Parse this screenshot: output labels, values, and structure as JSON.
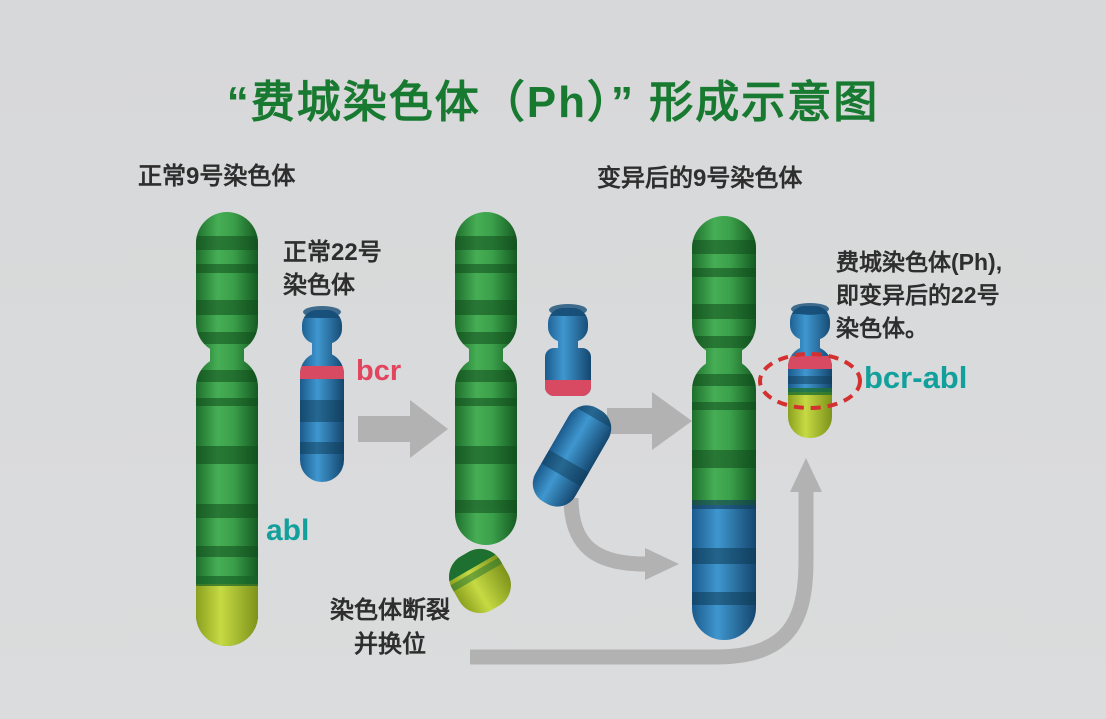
{
  "title": "“费城染色体（Ph）” 形成示意图",
  "labels": {
    "normal_chr9": "正常9号染色体",
    "normal_chr22": [
      "正常22号",
      "染色体"
    ],
    "bcr": "bcr",
    "abl": "abl",
    "breakage": [
      "染色体断裂",
      "并换位"
    ],
    "mutated_chr9": "变异后的9号染色体",
    "ph_chromosome": [
      "费城染色体(Ph),",
      "即变异后的22号",
      "染色体。"
    ],
    "bcr_abl": "bcr-abl"
  },
  "colors": {
    "background": "#d8d9da",
    "title_green": "#187a30",
    "text_dark": "#2e2e2e",
    "bcr_label_red": "#e2455f",
    "teal_label": "#12a09c",
    "bcr_band_red": "#d84a62",
    "highlight_dashed_red": "#d43030",
    "arrow_gray": "#b2b2b2",
    "chromosome_green": "#3ba04a",
    "chromosome_green_dark": "#124c1d",
    "chromosome_blue": "#3f97cf",
    "chromosome_blue_dark": "#0e3a55",
    "abl_yellow_green": "#c6da44"
  }
}
